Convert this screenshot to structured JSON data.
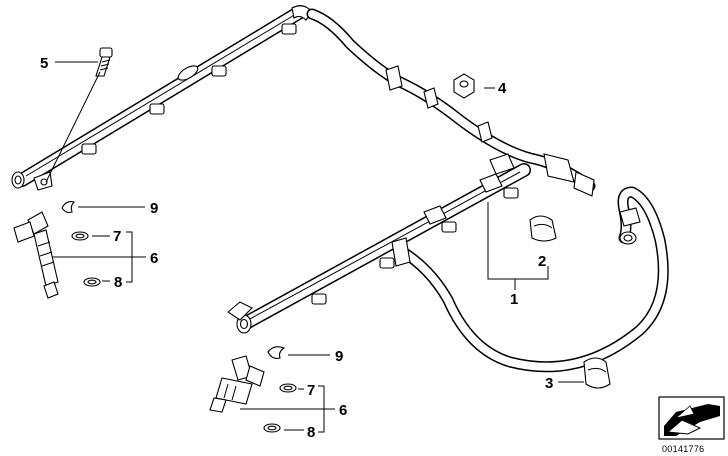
{
  "diagram": {
    "callouts": {
      "c1": "1",
      "c2": "2",
      "c3": "3",
      "c4": "4",
      "c5": "5",
      "c6a": "6",
      "c6b": "6",
      "c7a": "7",
      "c7b": "7",
      "c8a": "8",
      "c8b": "8",
      "c9a": "9",
      "c9b": "9"
    },
    "part_number": "00141776",
    "icons": {
      "reference": "arrow-car-icon"
    }
  }
}
